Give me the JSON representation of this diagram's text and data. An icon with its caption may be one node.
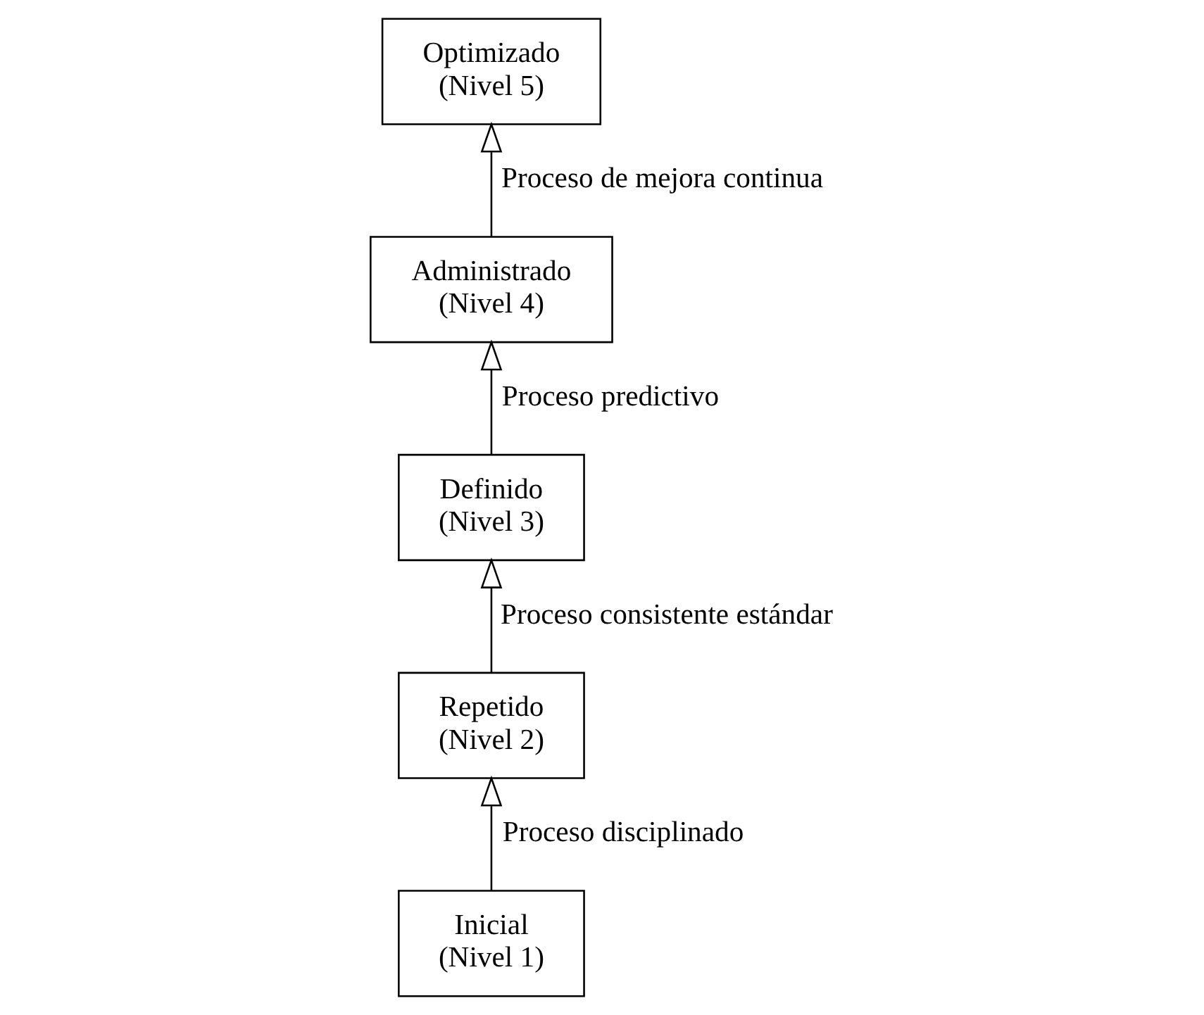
{
  "diagram": {
    "nodes": [
      {
        "text": [
          "Inicial",
          "(Nivel 1)"
        ]
      },
      {
        "text": [
          "Repetido",
          "(Nivel 2)"
        ]
      },
      {
        "text": [
          "Definido",
          "(Nivel 3)"
        ]
      },
      {
        "text": [
          "Administrado",
          "(Nivel 4)"
        ]
      },
      {
        "text": [
          "Optimizado",
          "(Nivel 5)"
        ]
      }
    ],
    "edges": [
      {
        "from": 0,
        "to": 1,
        "arrow": "to",
        "label": "Proceso disciplinado"
      },
      {
        "from": 1,
        "to": 2,
        "arrow": "to",
        "label": "Proceso consistente estándar"
      },
      {
        "from": 2,
        "to": 3,
        "arrow": "to",
        "label": "Proceso predictivo"
      },
      {
        "from": 3,
        "to": 4,
        "arrow": "to",
        "label": "Proceso de mejora continua"
      }
    ]
  }
}
